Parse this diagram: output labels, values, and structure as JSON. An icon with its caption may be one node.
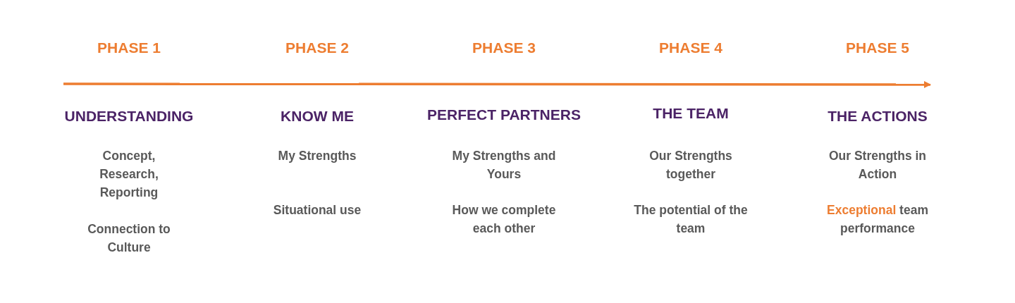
{
  "diagram": {
    "labels": [
      "PHASE 1",
      "UNDERSTANDING",
      "Concept, Research, Reporting",
      "Connection to Culture",
      "PHASE 2",
      "KNOW ME",
      "My Strengths",
      "Situational use",
      "PHASE 3",
      "PERFECT PARTNERS",
      "My Strengths and Yours",
      "How we complete each other",
      "PHASE 4",
      "THE TEAM",
      "Our Strengths together",
      "The potential of the team",
      "PHASE 5",
      "THE ACTIONS",
      "Our Strengths in Action",
      "**Exceptional** team performance"
    ]
  }
}
